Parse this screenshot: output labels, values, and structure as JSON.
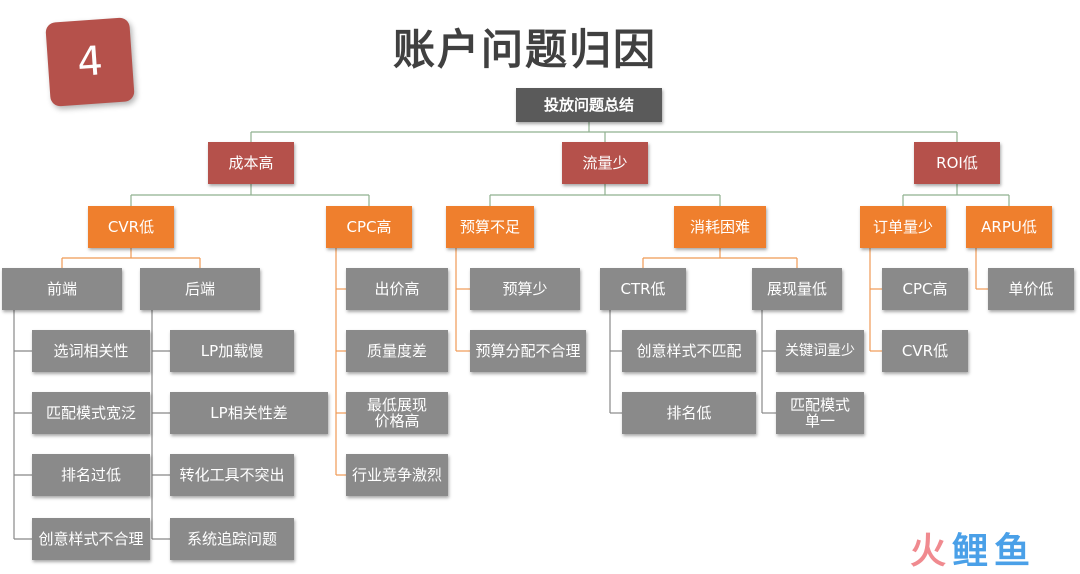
{
  "title": "账户问题归因",
  "badge": "4",
  "colors": {
    "root": "#5a5a5a",
    "level1": "#b5514b",
    "level2": "#ef7f2d",
    "level3": "#8a8a8a",
    "connector_main": "#8fb08f",
    "connector_branch": "#ef9a55"
  },
  "root": {
    "label": "投放问题总结"
  },
  "level1": [
    {
      "id": "cost-high",
      "label": "成本高"
    },
    {
      "id": "traffic-low",
      "label": "流量少"
    },
    {
      "id": "roi-low",
      "label": "ROI低"
    }
  ],
  "level2": [
    {
      "id": "cvr-low",
      "label": "CVR低"
    },
    {
      "id": "cpc-high",
      "label": "CPC高"
    },
    {
      "id": "budget-short",
      "label": "预算不足"
    },
    {
      "id": "spend-hard",
      "label": "消耗困难"
    },
    {
      "id": "orders-few",
      "label": "订单量少"
    },
    {
      "id": "arpu-low",
      "label": "ARPU低"
    }
  ],
  "level3": [
    {
      "id": "frontend",
      "label": "前端"
    },
    {
      "id": "backend",
      "label": "后端"
    },
    {
      "id": "ctr-low",
      "label": "CTR低"
    },
    {
      "id": "impressions-low",
      "label": "展现量低"
    }
  ],
  "leaves": [
    {
      "id": "keyword-relevance",
      "label": "选词相关性"
    },
    {
      "id": "match-broad",
      "label": "匹配模式宽泛"
    },
    {
      "id": "rank-low-1",
      "label": "排名过低"
    },
    {
      "id": "creative-unreasonable",
      "label": "创意样式不合理"
    },
    {
      "id": "lp-slow",
      "label": "LP加载慢"
    },
    {
      "id": "lp-relevance-poor",
      "label": "LP相关性差"
    },
    {
      "id": "conversion-tools",
      "label": "转化工具不突出"
    },
    {
      "id": "tracking-issues",
      "label": "系统追踪问题"
    },
    {
      "id": "bid-high",
      "label": "出价高"
    },
    {
      "id": "quality-poor",
      "label": "质量度差"
    },
    {
      "id": "min-display-price-high",
      "label": "最低展现\n价格高"
    },
    {
      "id": "competition-fierce",
      "label": "行业竞争激烈"
    },
    {
      "id": "budget-little",
      "label": "预算少"
    },
    {
      "id": "budget-allocation",
      "label": "预算分配不合理"
    },
    {
      "id": "creative-mismatch",
      "label": "创意样式不匹配"
    },
    {
      "id": "rank-low-2",
      "label": "排名低"
    },
    {
      "id": "keyword-volume-low",
      "label": "关键词量少"
    },
    {
      "id": "match-single",
      "label": "匹配模式\n单一"
    },
    {
      "id": "cpc-high-roi",
      "label": "CPC高"
    },
    {
      "id": "cvr-low-roi",
      "label": "CVR低"
    },
    {
      "id": "unit-price-low",
      "label": "单价低"
    }
  ],
  "logo": {
    "char1": "火",
    "char2": "鲤",
    "char3": "鱼"
  }
}
